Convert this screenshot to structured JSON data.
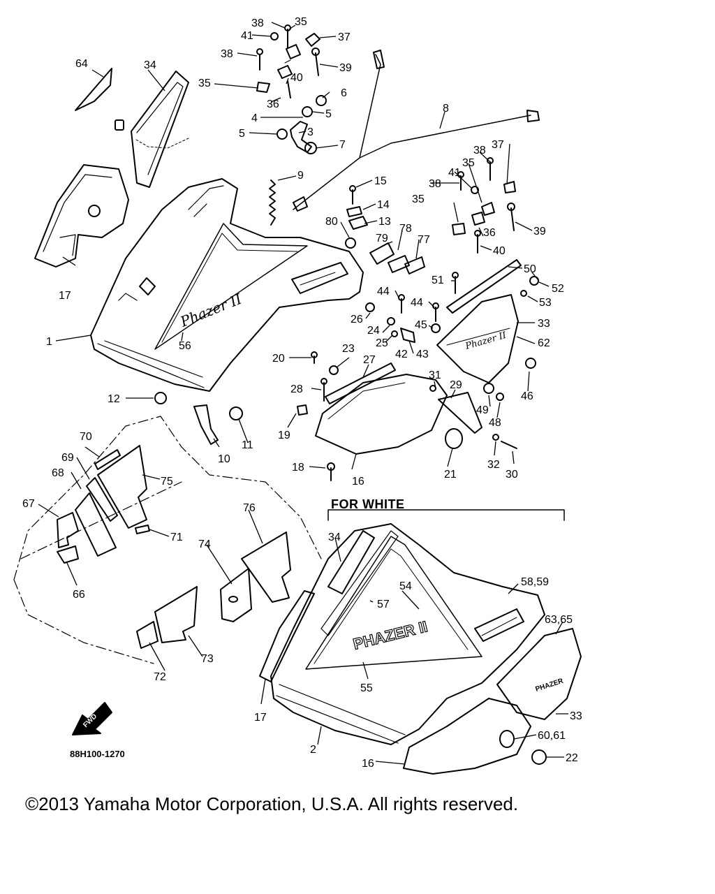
{
  "diagram": {
    "heading": "FOR WHITE",
    "drawing_code": "88H100-1270",
    "copyright": "©2013 Yamaha Motor Corporation, U.S.A. All rights reserved.",
    "forward_arrow_label": "FWD",
    "cowling_logo": "Phazer II",
    "white_cowling_logo": "PHAZER II",
    "side_panel_logo": "Phazer II",
    "white_side_panel_logo": "PHAZER",
    "callouts": [
      "38",
      "35",
      "41",
      "37",
      "38",
      "39",
      "64",
      "34",
      "35",
      "40",
      "36",
      "6",
      "5",
      "4",
      "5",
      "3",
      "7",
      "8",
      "9",
      "15",
      "14",
      "13",
      "80",
      "79",
      "78",
      "77",
      "38",
      "37",
      "35",
      "41",
      "38",
      "35",
      "36",
      "39",
      "40",
      "51",
      "50",
      "52",
      "53",
      "44",
      "44",
      "26",
      "24",
      "25",
      "45",
      "33",
      "62",
      "42",
      "43",
      "17",
      "1",
      "56",
      "20",
      "23",
      "27",
      "28",
      "31",
      "29",
      "49",
      "46",
      "48",
      "12",
      "19",
      "11",
      "10",
      "18",
      "16",
      "21",
      "32",
      "30",
      "70",
      "69",
      "68",
      "75",
      "67",
      "71",
      "66",
      "76",
      "74",
      "73",
      "72",
      "34",
      "54",
      "57",
      "58,59",
      "63,65",
      "55",
      "17",
      "33",
      "2",
      "16",
      "60,61",
      "22"
    ],
    "line_color": "#000000",
    "paper_color": "#ffffff"
  }
}
